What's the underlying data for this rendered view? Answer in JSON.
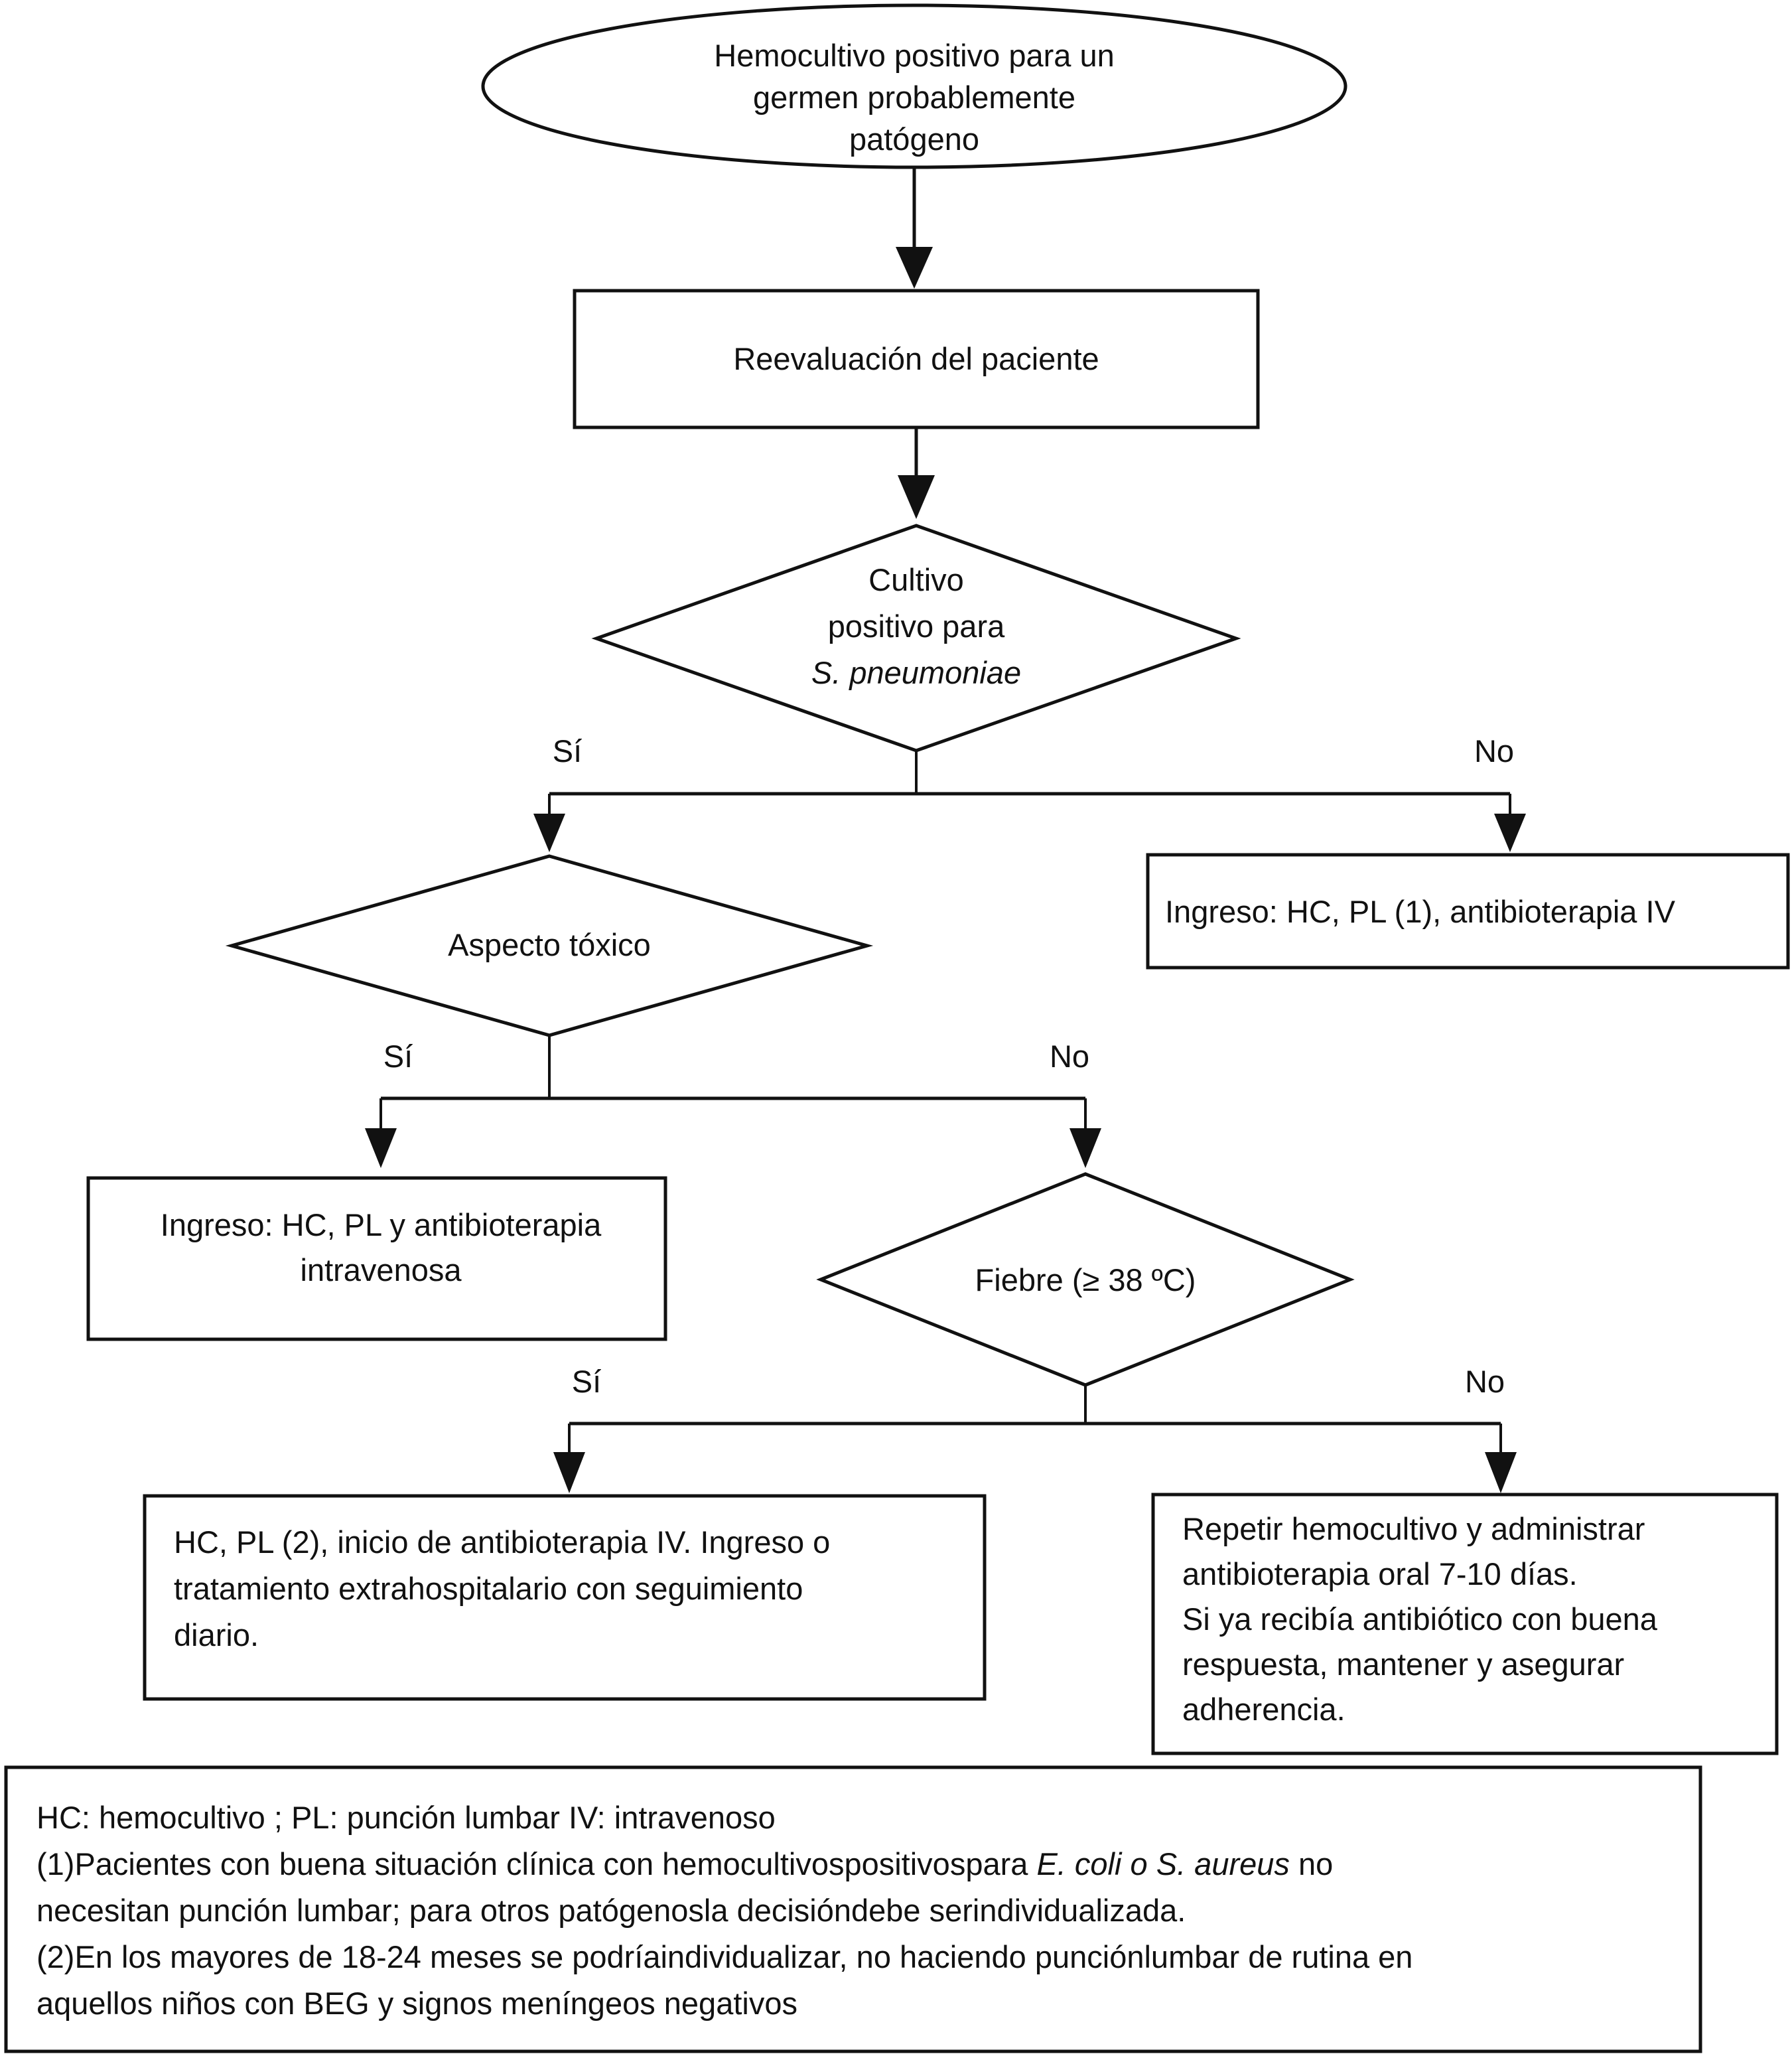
{
  "diagram": {
    "title": "Hemocultivo positivo para un germen probablemente patogeno - algoritmo",
    "nodes": {
      "start": {
        "shape": "ellipse",
        "lines": [
          "Hemocultivo positivo para un",
          "germen probablemente",
          "patógeno"
        ]
      },
      "reevaluacion": {
        "shape": "rect",
        "lines": [
          "Reevaluación del paciente"
        ]
      },
      "decision_cultivo": {
        "shape": "diamond",
        "lines": [
          "Cultivo",
          "positivo para",
          "S. pneumoniae"
        ],
        "italic_line_index": 2
      },
      "ingreso_no_pneumo": {
        "shape": "rect",
        "lines": [
          "Ingreso: HC, PL (1), antibioterapia IV"
        ]
      },
      "decision_toxico": {
        "shape": "diamond",
        "lines": [
          "Aspecto tóxico"
        ]
      },
      "ingreso_toxico": {
        "shape": "rect",
        "lines": [
          "Ingreso: HC, PL y antibioterapia",
          "intravenosa"
        ]
      },
      "decision_fiebre": {
        "shape": "diamond",
        "lines": [
          "Fiebre (≥ 38 ºC)"
        ]
      },
      "hc_pl_2": {
        "shape": "rect",
        "lines": [
          "HC, PL (2), inicio de antibioterapia IV. Ingreso o",
          "tratamiento extrahospitalario con seguimiento",
          "diario."
        ]
      },
      "repetir_hc": {
        "shape": "rect",
        "lines": [
          "Repetir hemocultivo y administrar",
          "antibioterapia oral 7-10 días.",
          "Si ya recibía antibiótico con buena",
          "respuesta, mantener y asegurar",
          "adherencia."
        ]
      }
    },
    "branch_labels": {
      "cultivo_yes": "Sí",
      "cultivo_no": "No",
      "toxico_yes": "Sí",
      "toxico_no": "No",
      "fiebre_yes": "Sí",
      "fiebre_no": "No"
    },
    "legend": {
      "line1": "HC: hemocultivo ; PL: punción lumbar IV: intravenoso",
      "line2a": "(1)Pacientes con buena situación clínica con hemocultivospositivospara ",
      "line2b": "E. coli",
      "line2c": " o ",
      "line2d": "S. aureus",
      "line2e": " no",
      "line3": "necesitan punción lumbar; para otros patógenosla decisióndebe serindividualizada.",
      "line4": "(2)En los mayores de 18-24 meses se podríaindividualizar, no haciendo punciónlumbar de rutina en",
      "line5": "aquellos niños con BEG y signos meníngeos negativos"
    },
    "colors": {
      "stroke": "#111111",
      "fill": "#ffffff"
    }
  }
}
